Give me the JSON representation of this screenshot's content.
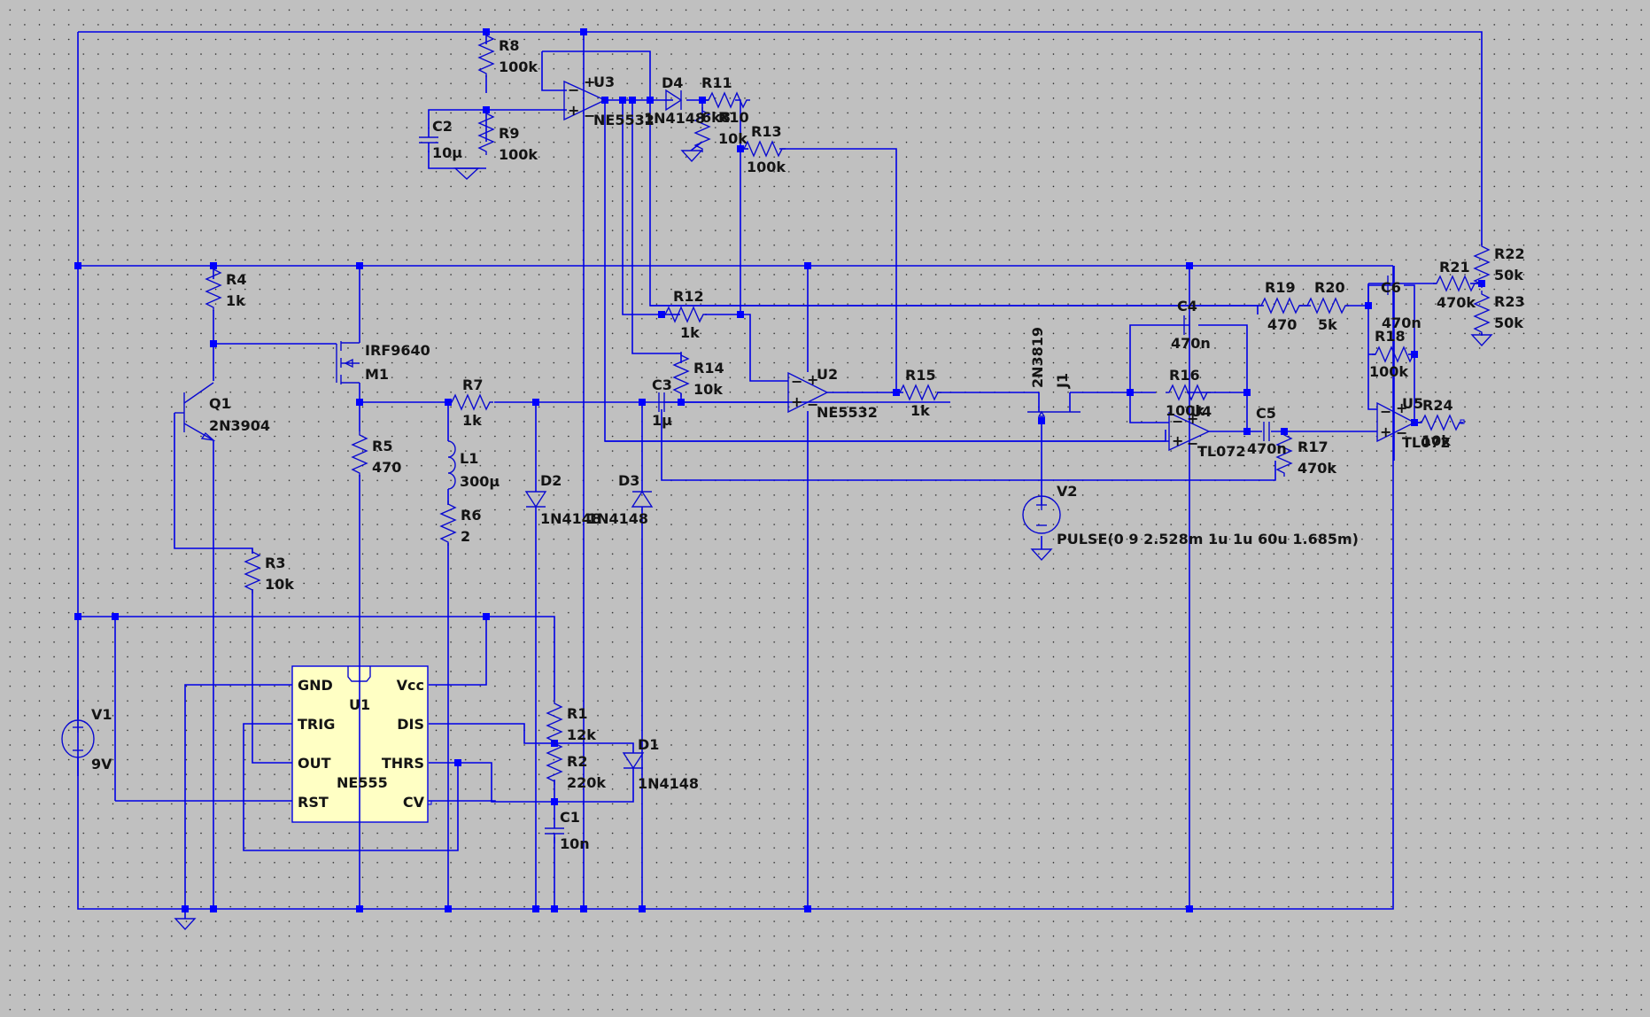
{
  "app": "LTspice schematic editor",
  "colors": {
    "background": "#c0c0c0",
    "wire": "#0000e6",
    "junction": "#0000ff",
    "ic_fill": "#ffffc4",
    "text": "#141414"
  },
  "components": {
    "V1": {
      "ref": "V1",
      "value": "9V",
      "type": "voltage-source"
    },
    "V2": {
      "ref": "V2",
      "value": "PULSE(0 9 2.528m 1u 1u 60u 1.685m)",
      "type": "voltage-source"
    },
    "U1": {
      "ref": "U1",
      "value": "NE555",
      "type": "timer-ic",
      "pins": {
        "gnd": "GND",
        "trig": "TRIG",
        "out": "OUT",
        "rst": "RST",
        "vcc": "Vcc",
        "dis": "DIS",
        "thrs": "THRS",
        "cv": "CV"
      }
    },
    "U2": {
      "ref": "U2",
      "value": "NE5532",
      "type": "opamp"
    },
    "U3": {
      "ref": "U3",
      "value": "NE5532",
      "type": "opamp"
    },
    "U4": {
      "ref": "U4",
      "value": "TL072",
      "type": "opamp"
    },
    "U5": {
      "ref": "U5",
      "value": "TL072",
      "type": "opamp"
    },
    "Q1": {
      "ref": "Q1",
      "value": "2N3904",
      "type": "npn"
    },
    "M1": {
      "ref": "M1",
      "value": "IRF9640",
      "type": "pmos"
    },
    "J1": {
      "ref": "J1",
      "value": "2N3819",
      "type": "njf"
    },
    "L1": {
      "ref": "L1",
      "value": "300µ",
      "type": "inductor"
    },
    "C1": {
      "ref": "C1",
      "value": "10n"
    },
    "C2": {
      "ref": "C2",
      "value": "10µ"
    },
    "C3": {
      "ref": "C3",
      "value": "1µ"
    },
    "C4": {
      "ref": "C4",
      "value": "470n"
    },
    "C5": {
      "ref": "C5",
      "value": "470n"
    },
    "C6": {
      "ref": "C6",
      "value": "470n"
    },
    "D1": {
      "ref": "D1",
      "value": "1N4148"
    },
    "D2": {
      "ref": "D2",
      "value": "1N4148"
    },
    "D3": {
      "ref": "D3",
      "value": "1N4148"
    },
    "D4": {
      "ref": "D4",
      "value": "1N4148"
    },
    "R1": {
      "ref": "R1",
      "value": "12k"
    },
    "R2": {
      "ref": "R2",
      "value": "220k"
    },
    "R3": {
      "ref": "R3",
      "value": "10k"
    },
    "R4": {
      "ref": "R4",
      "value": "1k"
    },
    "R5": {
      "ref": "R5",
      "value": "470"
    },
    "R6": {
      "ref": "R6",
      "value": "2"
    },
    "R7": {
      "ref": "R7",
      "value": "1k"
    },
    "R8": {
      "ref": "R8",
      "value": "100k"
    },
    "R9": {
      "ref": "R9",
      "value": "100k"
    },
    "R10": {
      "ref": "R10",
      "value": "10k"
    },
    "R11": {
      "ref": "R11",
      "value": "6k8"
    },
    "R12": {
      "ref": "R12",
      "value": "1k"
    },
    "R13": {
      "ref": "R13",
      "value": "100k"
    },
    "R14": {
      "ref": "R14",
      "value": "10k"
    },
    "R15": {
      "ref": "R15",
      "value": "1k"
    },
    "R16": {
      "ref": "R16",
      "value": "100k"
    },
    "R17": {
      "ref": "R17",
      "value": "470k"
    },
    "R18": {
      "ref": "R18",
      "value": "100k"
    },
    "R19": {
      "ref": "R19",
      "value": "470"
    },
    "R20": {
      "ref": "R20",
      "value": "5k"
    },
    "R21": {
      "ref": "R21",
      "value": "470k"
    },
    "R22": {
      "ref": "R22",
      "value": "50k"
    },
    "R23": {
      "ref": "R23",
      "value": "50k"
    },
    "R24": {
      "ref": "R24",
      "value": "10k"
    }
  }
}
